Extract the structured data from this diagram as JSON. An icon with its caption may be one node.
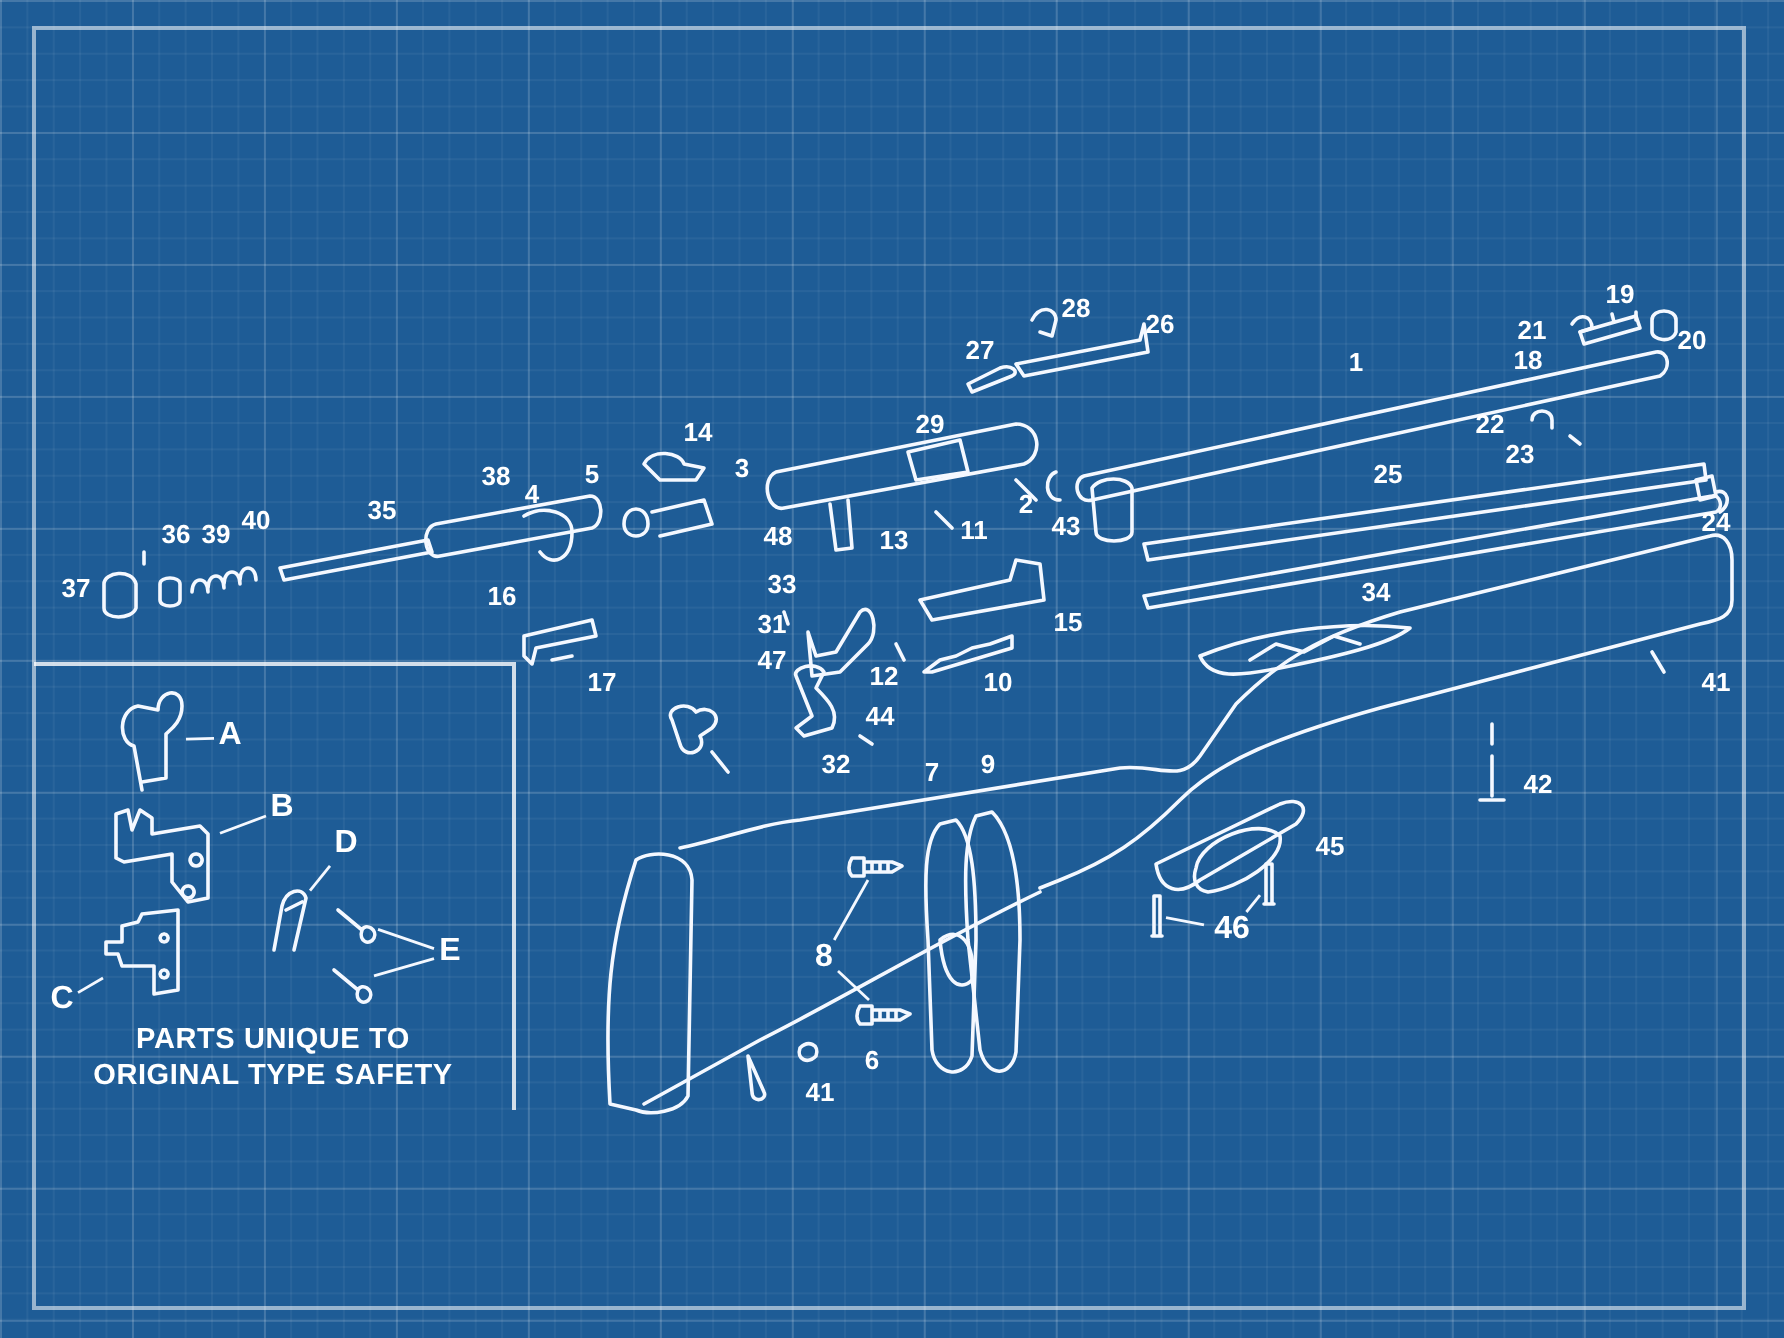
{
  "diagram": {
    "nodes": [
      {
        "text": [
          "PARTS UNIQUE TO ORIGINAL TYPE SAFETY"
        ]
      },
      {
        "text": [
          "A"
        ],
        "in": 0
      },
      {
        "text": [],
        "shape": "picture",
        "in": 0
      },
      {
        "text": [
          "B"
        ],
        "in": 0
      },
      {
        "text": [],
        "shape": "picture",
        "in": 0
      },
      {
        "text": [
          "C"
        ],
        "in": 0
      },
      {
        "text": [],
        "shape": "picture",
        "in": 0
      },
      {
        "text": [
          "D"
        ],
        "in": 0
      },
      {
        "text": [],
        "shape": "picture",
        "in": 0
      },
      {
        "text": [
          "E"
        ],
        "in": 0
      },
      {
        "text": [],
        "shape": "picture",
        "in": 0
      },
      {
        "text": [],
        "shape": "picture",
        "in": 0
      },
      {
        "text": [
          "8"
        ]
      },
      {
        "text": [],
        "shape": "picture"
      },
      {
        "text": [],
        "shape": "picture"
      },
      {
        "text": [
          "46"
        ]
      },
      {
        "text": [],
        "shape": "picture"
      },
      {
        "text": [],
        "shape": "picture"
      }
    ],
    "edges": [
      {
        "from": 1,
        "to": 2,
        "arrow": "none"
      },
      {
        "from": 3,
        "to": 4,
        "arrow": "none"
      },
      {
        "from": 5,
        "to": 6,
        "arrow": "none"
      },
      {
        "from": 7,
        "to": 8,
        "arrow": "none"
      },
      {
        "from": 9,
        "to": 10,
        "arrow": "none"
      },
      {
        "from": 9,
        "to": 11,
        "arrow": "none"
      },
      {
        "from": 12,
        "to": 13,
        "arrow": "none"
      },
      {
        "from": 12,
        "to": 14,
        "arrow": "none"
      },
      {
        "from": 15,
        "to": 16,
        "arrow": "none"
      },
      {
        "from": 15,
        "to": 17,
        "arrow": "none"
      }
    ],
    "labels": [
      "28",
      "26",
      "21",
      "19",
      "27",
      "1",
      "18",
      "20",
      "14",
      "29",
      "22",
      "38",
      "5",
      "3",
      "25",
      "23",
      "36",
      "39",
      "40",
      "35",
      "4",
      "48",
      "13",
      "11",
      "2",
      "43",
      "24",
      "37",
      "16",
      "33",
      "34",
      "31",
      "15",
      "17",
      "47",
      "12",
      "10",
      "41",
      "44",
      "32",
      "7",
      "9",
      "42",
      "45",
      "6",
      "41"
    ]
  }
}
